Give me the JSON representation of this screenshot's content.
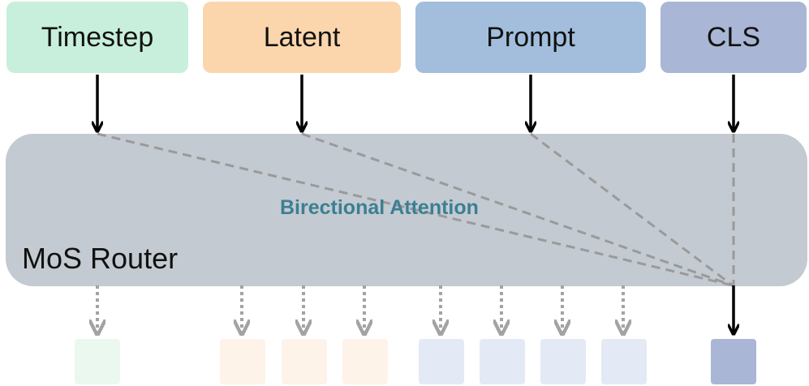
{
  "inputs": [
    {
      "id": "timestep",
      "label": "Timestep",
      "color": "#c8efdb"
    },
    {
      "id": "latent",
      "label": "Latent",
      "color": "#fbd6ad"
    },
    {
      "id": "prompt",
      "label": "Prompt",
      "color": "#a2bedc"
    },
    {
      "id": "cls",
      "label": "CLS",
      "color": "#a9b6d5"
    }
  ],
  "router": {
    "label": "MoS Router",
    "color": "#c4cad1",
    "attention_label": "Birectional Attention",
    "attention_color": "#3b7f93"
  },
  "tokens": [
    {
      "group": "timestep",
      "color": "#ebf8f0"
    },
    {
      "group": "latent",
      "color": "#fdf3e9"
    },
    {
      "group": "latent",
      "color": "#fdf3e9"
    },
    {
      "group": "latent",
      "color": "#fdf3e9"
    },
    {
      "group": "prompt",
      "color": "#e3eaf5"
    },
    {
      "group": "prompt",
      "color": "#e3eaf5"
    },
    {
      "group": "prompt",
      "color": "#e3eaf5"
    },
    {
      "group": "prompt",
      "color": "#e3eaf5"
    },
    {
      "group": "cls",
      "color": "#a9b6d5"
    }
  ],
  "colors": {
    "solid_arrow": "#000000",
    "dashed_line": "#9a9a9a",
    "dotted_arrow": "#a3a3a3"
  }
}
